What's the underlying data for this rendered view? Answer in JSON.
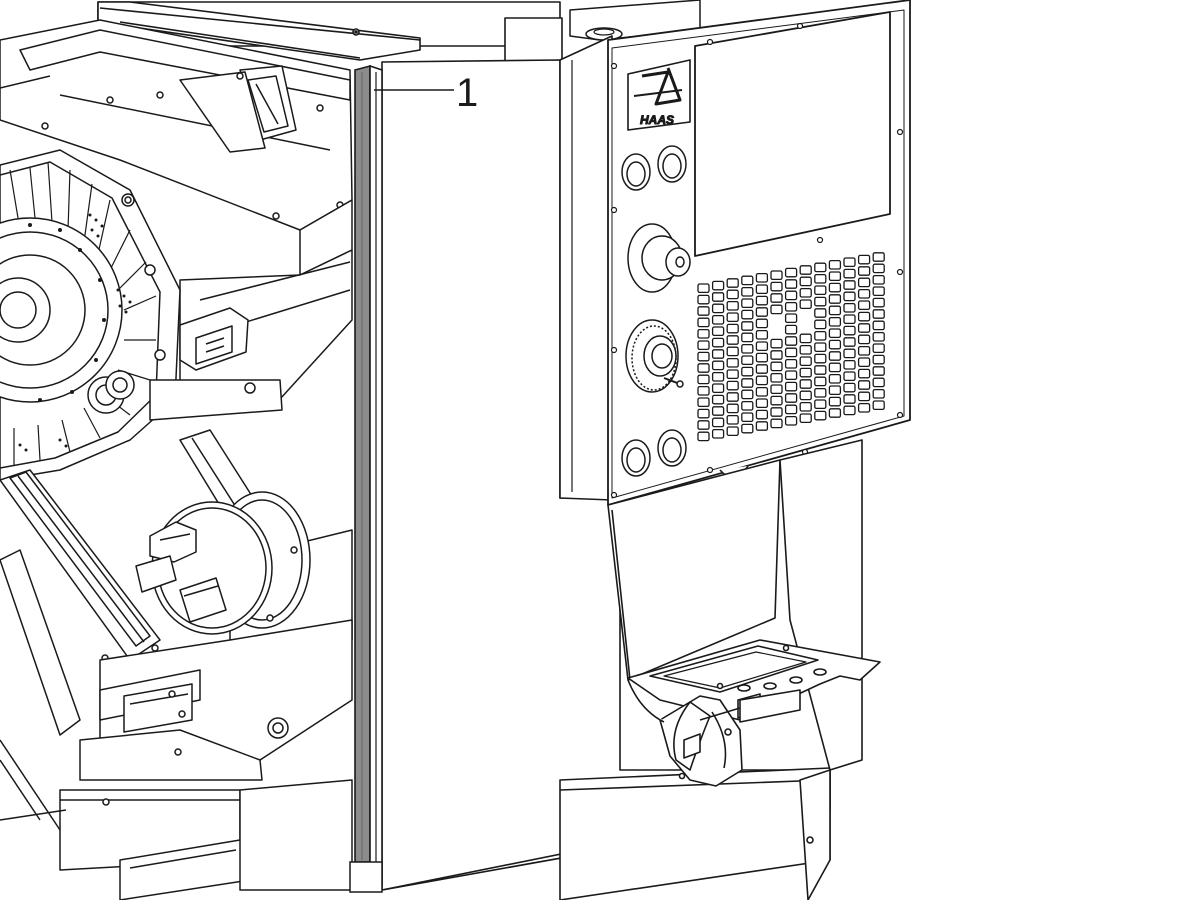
{
  "callouts": [
    {
      "id": "1",
      "label": "1"
    }
  ],
  "logo": {
    "text": "HAAS"
  },
  "colors": {
    "line": "#1a1a1a",
    "seal": "#8c8c8c",
    "seal_dark": "#5a5a5a",
    "background": "#ffffff"
  }
}
